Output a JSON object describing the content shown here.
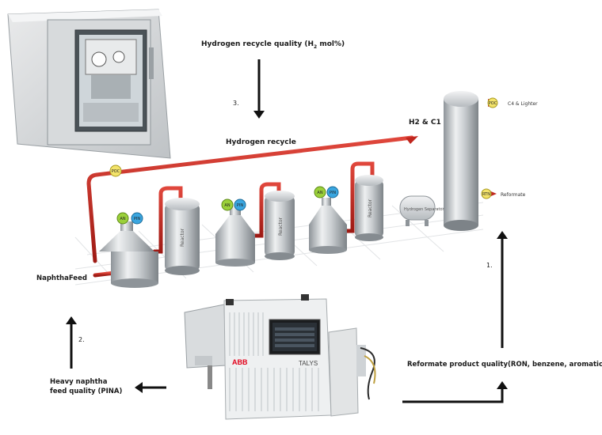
{
  "labels": {
    "hydrogen_recycle_quality": "Hydrogen recycle quality (H",
    "hydrogen_recycle_quality_sub": "2",
    "hydrogen_recycle_quality_tail": " mol%)",
    "step3": "3.",
    "hydrogen_recycle": "Hydrogen recycle",
    "h2_c1": "H2 & C1",
    "naphtha_feed": "NaphthaFeed",
    "step1": "1.",
    "step2": "2.",
    "heavy_naphtha_line1": "Heavy naphtha",
    "heavy_naphtha_line2": "feed quality (PINA)",
    "reformate_quality": "Reformate product quality(RON, benzene, aromatics)",
    "c4_lighter": "C4 & Lighter",
    "reformate": "Reformate",
    "brand": "ABB",
    "product": "TALYS"
  },
  "vessels": {
    "reactor_label": "Reactor",
    "separator_label": "Hydrogen Separator"
  },
  "tags": {
    "poc": "POC",
    "an": "AN",
    "pin": "PIN",
    "ron": "RTN"
  },
  "colors": {
    "pipe": "#c0261e",
    "steel": "#cfd3d6",
    "tag_green": "#9bd03a",
    "tag_blue": "#3aa6e0",
    "tag_yellow": "#f3e36a",
    "abb_red": "#e2001a"
  }
}
